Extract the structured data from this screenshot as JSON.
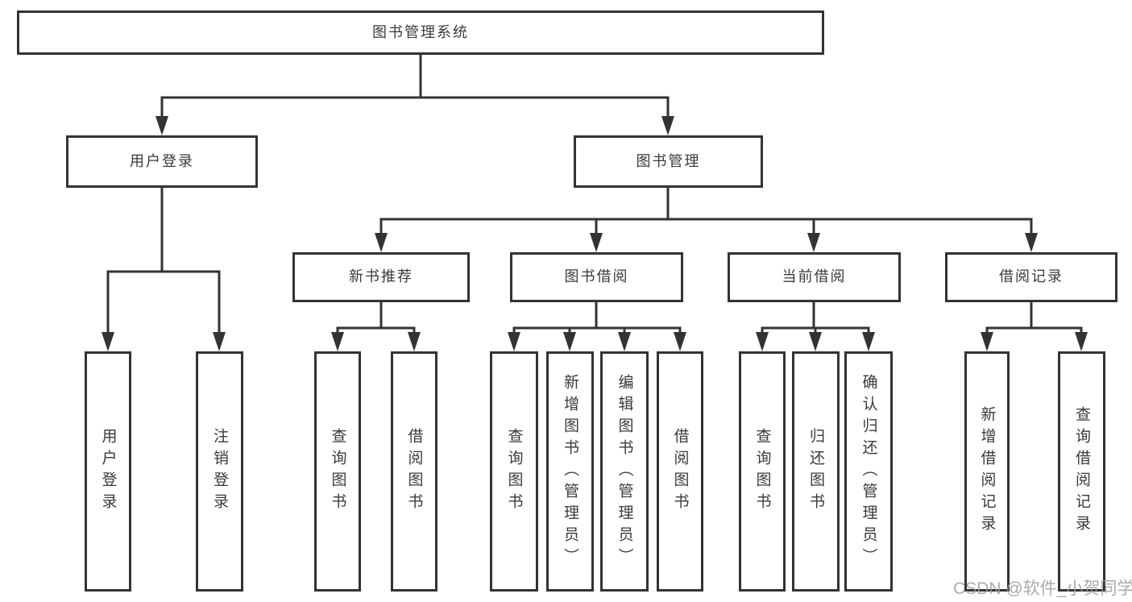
{
  "title": "图书管理系统",
  "level1": {
    "login": "用户登录",
    "mgmt": "图书管理"
  },
  "level2": {
    "recommend": "新书推荐",
    "borrow": "图书借阅",
    "current": "当前借阅",
    "records": "借阅记录"
  },
  "leaves": {
    "userLogin": "用户登录",
    "logout": "注销登录",
    "queryBooks1": "查询图书",
    "borrowBooks1": "借阅图书",
    "queryBooks2": "查询图书",
    "addBooks": "新增图书（管理员）",
    "editBooks": "编辑图书（管理员）",
    "borrowBooks2": "借阅图书",
    "queryBooks3": "查询图书",
    "returnBooks": "归还图书",
    "confirmReturn": "确认归还（管理员）",
    "addRecord": "新增借阅记录",
    "queryRecord": "查询借阅记录"
  },
  "watermark": "CSDN @软件_小贺同学",
  "colors": {
    "line": "#333333",
    "text": "#3a3a3a",
    "watermark": "#9c9c9c",
    "background": "#ffffff"
  }
}
